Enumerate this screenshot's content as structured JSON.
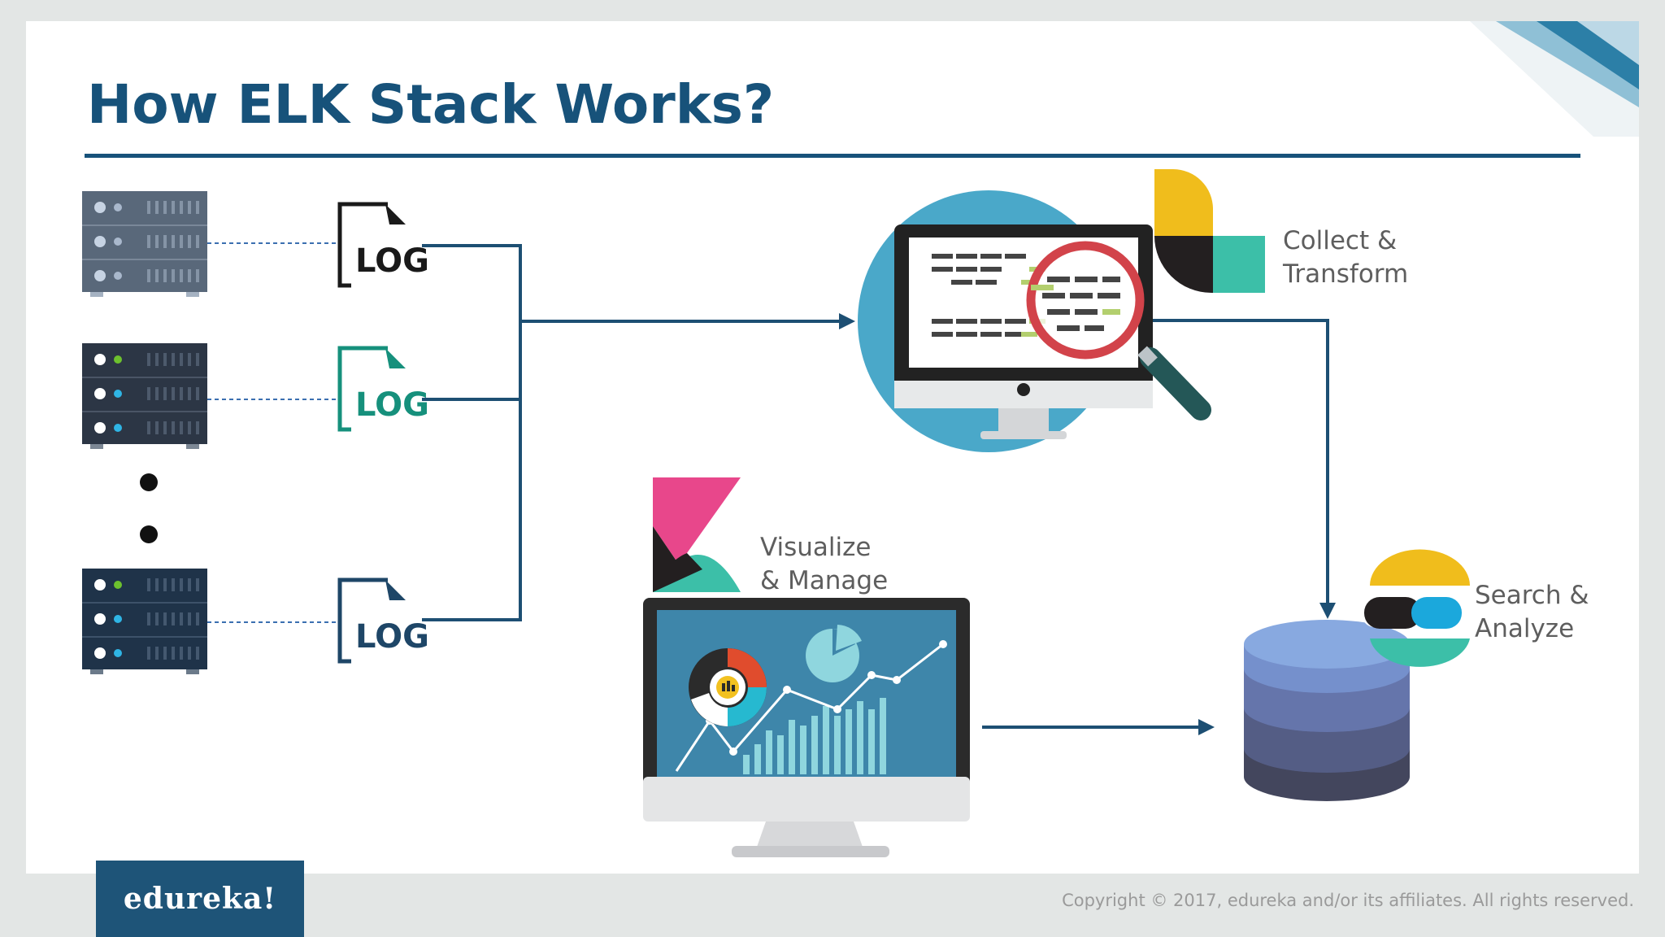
{
  "slide": {
    "title": "How ELK Stack Works?",
    "log_label": "LOG",
    "collect_label": [
      "Collect &",
      "Transform"
    ],
    "visualize_label": [
      "Visualize",
      "& Manage"
    ],
    "search_label": [
      "Search &",
      "Analyze"
    ],
    "brand": "edureka!",
    "copyright": "Copyright © 2017, edureka and/or its affiliates. All rights reserved."
  },
  "colors": {
    "title": "#17527a",
    "rule": "#17527a",
    "connector": "#1d4f73",
    "log_black": "#1a1a1a",
    "log_green": "#16907c",
    "log_navy": "#1e4667",
    "brand_box": "#1e5478",
    "logstash_yellow": "#f0bd1c",
    "logstash_teal": "#3cbfa8",
    "kibana_pink": "#e8478b",
    "elastic_blue": "#1ba8dc"
  }
}
